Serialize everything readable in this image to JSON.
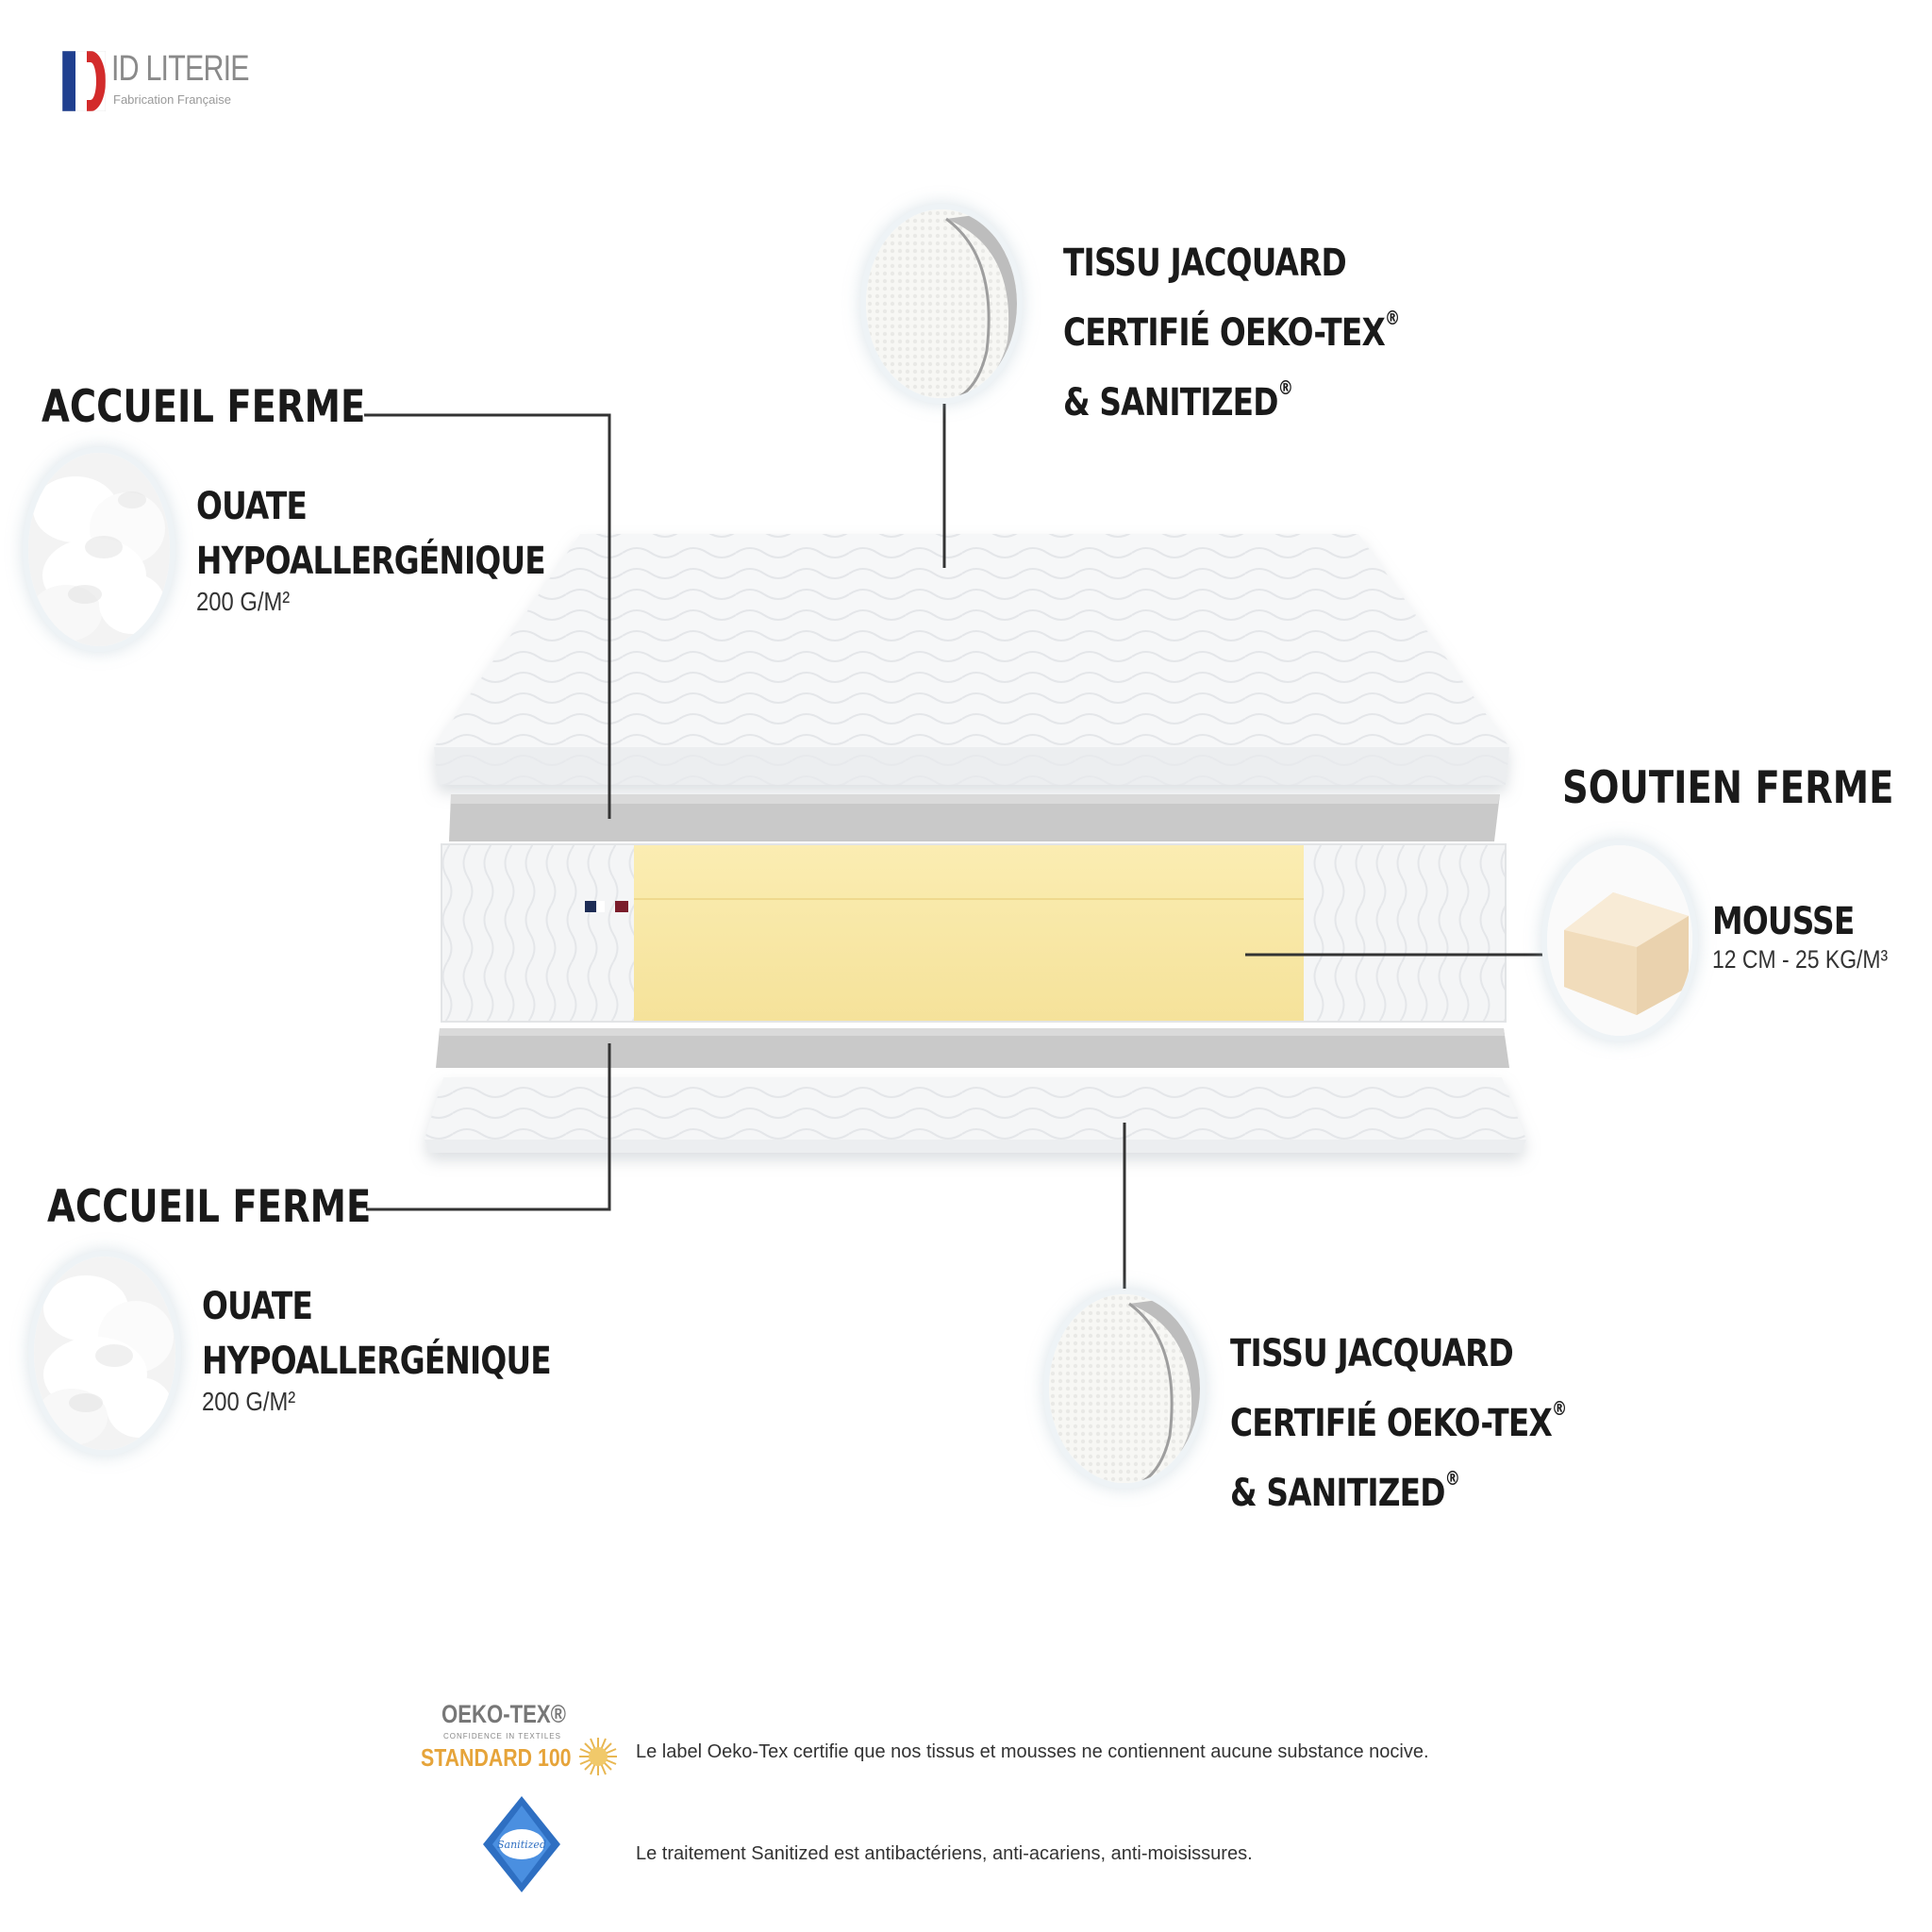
{
  "brand": {
    "name": "ID LITERIE",
    "tagline": "Fabrication Française",
    "colors": {
      "blue": "#1f3f8f",
      "red": "#d32b2b",
      "gray": "#8a8a8a"
    }
  },
  "layers": {
    "top_comfort": {
      "heading": "ACCUEIL FERME",
      "material_line1": "OUATE",
      "material_line2": "HYPOALLERGÉNIQUE",
      "spec": "200 G/M²"
    },
    "top_fabric": {
      "line1": "TISSU JACQUARD",
      "line2": "CERTIFIÉ OEKO-TEX",
      "line3": "& SANITIZED",
      "mark": "®"
    },
    "core": {
      "heading": "SOUTIEN FERME",
      "material": "MOUSSE",
      "spec": "12 CM - 25 KG/M³"
    },
    "bottom_comfort": {
      "heading": "ACCUEIL FERME",
      "material_line1": "OUATE",
      "material_line2": "HYPOALLERGÉNIQUE",
      "spec": "200 G/M²"
    },
    "bottom_fabric": {
      "line1": "TISSU JACQUARD",
      "line2": "CERTIFIÉ OEKO-TEX",
      "line3": "& SANITIZED",
      "mark": "®"
    }
  },
  "certifications": {
    "oeko": {
      "logo_top": "OEKO-TEX®",
      "logo_mid": "CONFIDENCE IN TEXTILES",
      "logo_bottom": "STANDARD 100",
      "text": "Le label Oeko-Tex certifie que nos tissus et mousses ne contiennent aucune substance nocive."
    },
    "sanitized": {
      "logo_text": "Sanitized",
      "text": "Le traitement Sanitized est antibactériens, anti-acariens, anti-moisissures."
    }
  },
  "colors": {
    "foam": "#f7e7a6",
    "gray_layer": "#c9c9c9",
    "line": "#333333"
  }
}
